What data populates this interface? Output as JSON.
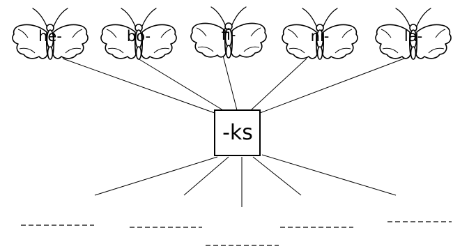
{
  "prefixes": [
    "he-",
    "bo-",
    "fi-",
    "ni-",
    "la-"
  ],
  "suffix": "-ks",
  "answer_blank_count": 5
}
